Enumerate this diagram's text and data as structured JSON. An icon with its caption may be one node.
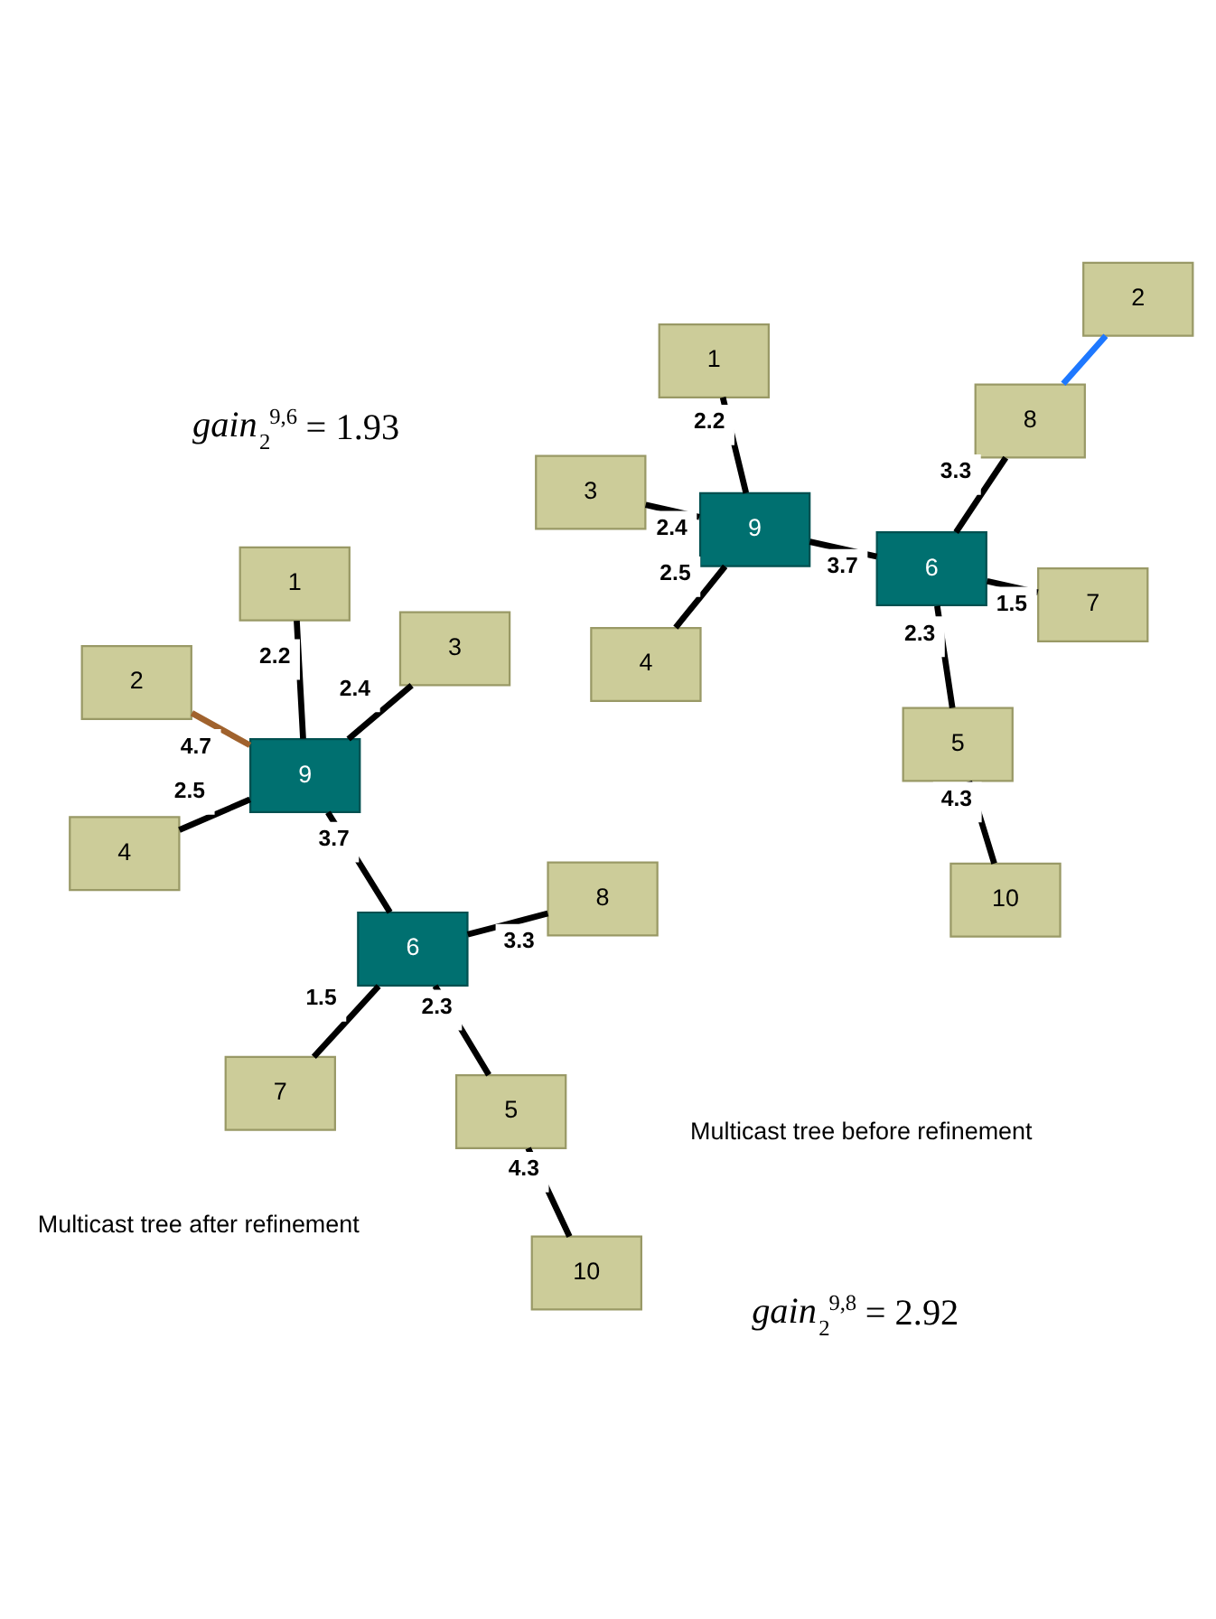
{
  "diagram": {
    "nodes": [
      {
        "text": [
          "2"
        ]
      },
      {
        "text": [
          "8"
        ]
      },
      {
        "text": [
          "4"
        ]
      },
      {
        "text": [
          "9"
        ]
      },
      {
        "text": [
          "6"
        ]
      },
      {
        "text": [
          "1"
        ]
      },
      {
        "text": [
          "10"
        ]
      },
      {
        "text": [
          "3"
        ]
      },
      {
        "text": [
          "7"
        ]
      },
      {
        "text": [
          "5"
        ]
      },
      {
        "text": [
          "2"
        ]
      },
      {
        "text": [
          "8"
        ]
      },
      {
        "text": [
          "4"
        ]
      },
      {
        "text": [
          "9"
        ]
      },
      {
        "text": [
          "1"
        ]
      },
      {
        "text": [
          "6"
        ]
      },
      {
        "text": [
          "10"
        ]
      },
      {
        "text": [
          "7"
        ]
      },
      {
        "text": [
          "3"
        ]
      },
      {
        "text": [
          "5"
        ]
      }
    ],
    "edges": [
      {
        "from": 3,
        "to": 0,
        "arrow": "none",
        "label": "4.7",
        "color": "#a0622d"
      },
      {
        "from": 3,
        "to": 2,
        "arrow": "none",
        "label": "2.5"
      },
      {
        "from": 3,
        "to": 5,
        "arrow": "none",
        "label": "2.2"
      },
      {
        "from": 3,
        "to": 7,
        "arrow": "none",
        "label": "2.4"
      },
      {
        "from": 3,
        "to": 4,
        "arrow": "none",
        "label": "3.7"
      },
      {
        "from": 4,
        "to": 1,
        "arrow": "none",
        "label": "3.3"
      },
      {
        "from": 4,
        "to": 8,
        "arrow": "none",
        "label": "1.5"
      },
      {
        "from": 4,
        "to": 9,
        "arrow": "none",
        "label": "2.3"
      },
      {
        "from": 9,
        "to": 6,
        "arrow": "none",
        "label": "4.3"
      },
      {
        "from": 10,
        "to": 11,
        "arrow": "none",
        "color": "#1e78ff"
      },
      {
        "from": 13,
        "to": 12,
        "arrow": "none",
        "label": "2.5"
      },
      {
        "from": 13,
        "to": 14,
        "arrow": "none",
        "label": "2.2"
      },
      {
        "from": 13,
        "to": 18,
        "arrow": "none",
        "label": "2.4"
      },
      {
        "from": 13,
        "to": 15,
        "arrow": "none",
        "label": "3.7"
      },
      {
        "from": 15,
        "to": 11,
        "arrow": "none",
        "label": "3.3"
      },
      {
        "from": 15,
        "to": 17,
        "arrow": "none",
        "label": "1.5"
      },
      {
        "from": 15,
        "to": 19,
        "arrow": "none",
        "label": "2.3"
      },
      {
        "from": 19,
        "to": 16,
        "arrow": "none",
        "label": "4.3"
      }
    ],
    "labels": [
      "*gain*$_{2}$$^{9,6}$ = 1.93",
      "*gain*$_{2}$$^{9,8}$ = 2.92",
      "Multicast tree before refinement",
      "Multicast tree after refinement"
    ]
  }
}
